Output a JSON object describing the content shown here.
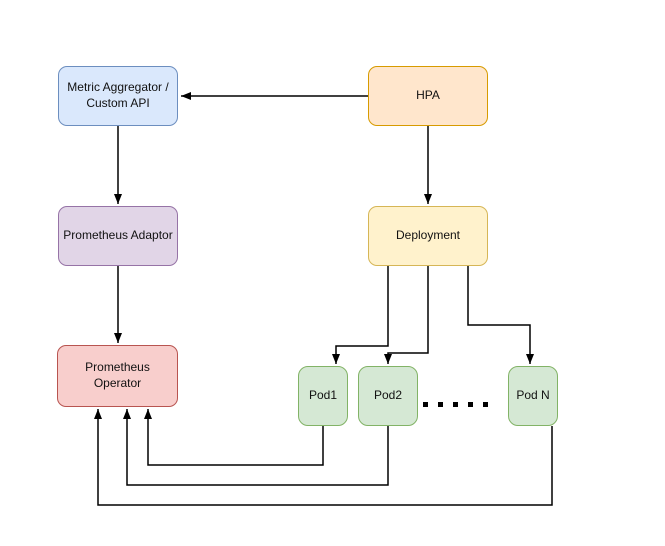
{
  "palette": {
    "blue": {
      "fill": "#dae8fc",
      "stroke": "#6c8ebf"
    },
    "orange": {
      "fill": "#ffe6cc",
      "stroke": "#d79b00"
    },
    "purple": {
      "fill": "#e1d5e7",
      "stroke": "#9673a6"
    },
    "yellow": {
      "fill": "#fff2cc",
      "stroke": "#d6b656"
    },
    "red": {
      "fill": "#f8cecc",
      "stroke": "#b85450"
    },
    "green": {
      "fill": "#d5e8d4",
      "stroke": "#82b366"
    },
    "arrow": "#000000",
    "background": "#ffffff"
  },
  "nodes": {
    "metric_aggregator": {
      "label_line1": "Metric Aggregator /",
      "label_line2": "Custom API",
      "color": "blue"
    },
    "hpa": {
      "label": "HPA",
      "color": "orange"
    },
    "prometheus_adaptor": {
      "label": "Prometheus Adaptor",
      "color": "purple"
    },
    "deployment": {
      "label": "Deployment",
      "color": "yellow"
    },
    "prometheus_operator": {
      "label": "Prometheus Operator",
      "color": "red"
    },
    "pod1": {
      "label": "Pod1",
      "color": "green"
    },
    "pod2": {
      "label": "Pod2",
      "color": "green"
    },
    "pod_n": {
      "label": "Pod N",
      "color": "green"
    }
  },
  "edges": [
    {
      "from": "hpa",
      "to": "metric_aggregator",
      "direction": "left"
    },
    {
      "from": "metric_aggregator",
      "to": "prometheus_adaptor",
      "direction": "down"
    },
    {
      "from": "prometheus_adaptor",
      "to": "prometheus_operator",
      "direction": "down"
    },
    {
      "from": "hpa",
      "to": "deployment",
      "direction": "down"
    },
    {
      "from": "deployment",
      "to": "pod1",
      "direction": "down"
    },
    {
      "from": "deployment",
      "to": "pod2",
      "direction": "down"
    },
    {
      "from": "deployment",
      "to": "pod_n",
      "direction": "down"
    },
    {
      "from": "pod1",
      "to": "prometheus_operator",
      "direction": "up"
    },
    {
      "from": "pod2",
      "to": "prometheus_operator",
      "direction": "up"
    },
    {
      "from": "pod_n",
      "to": "prometheus_operator",
      "direction": "up"
    }
  ],
  "ellipsis": {
    "dot_count": 5
  }
}
